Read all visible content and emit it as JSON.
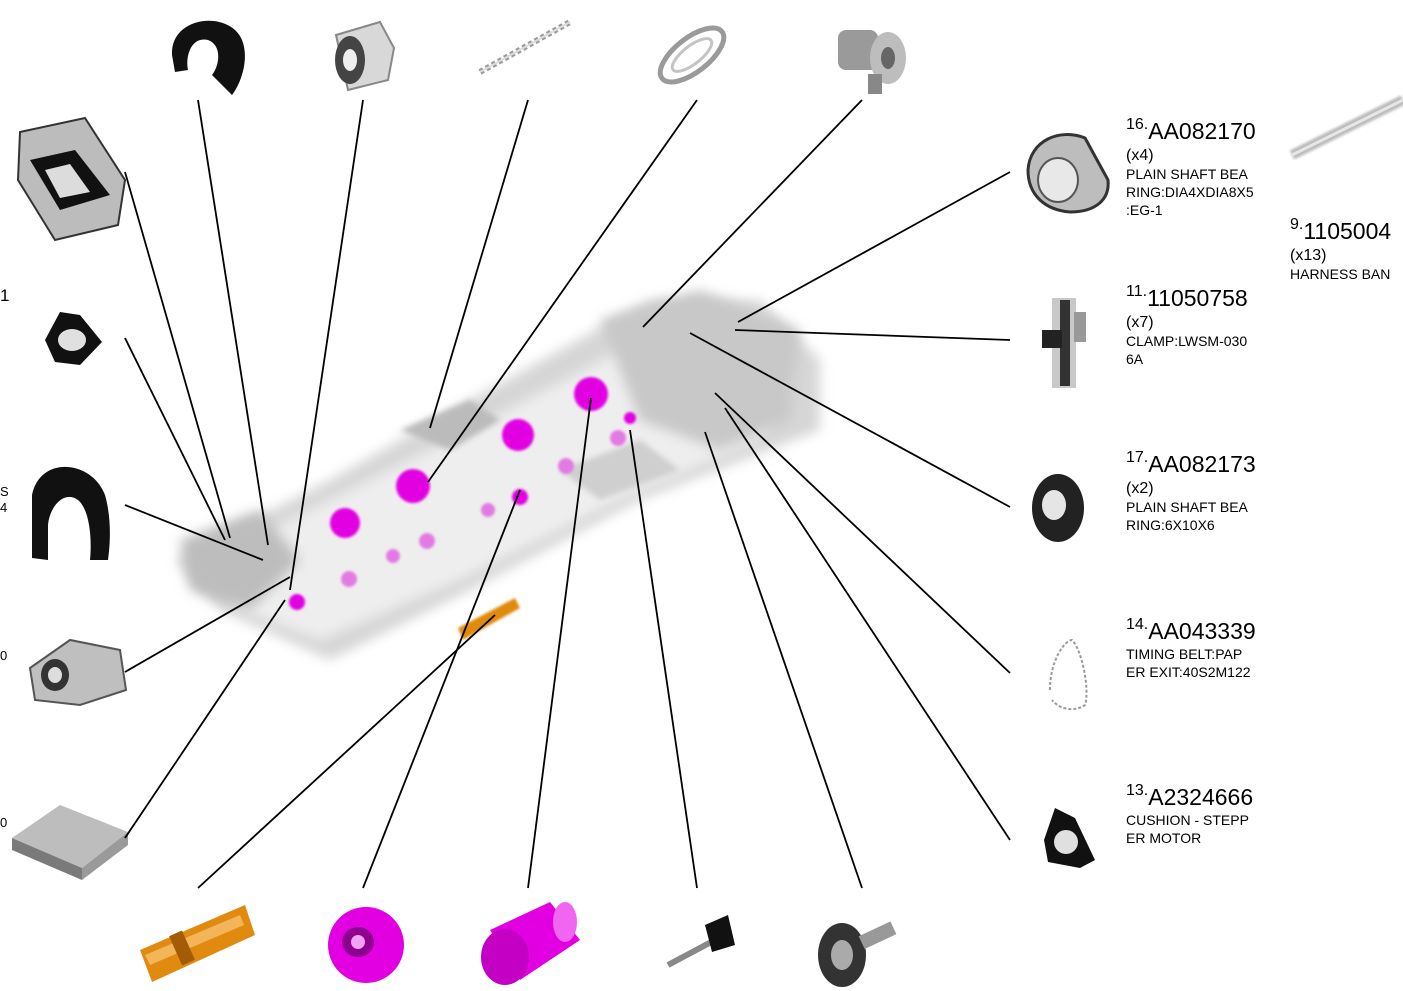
{
  "diagram": {
    "highlight_color": "#e200e2",
    "accent_color": "#e08a10",
    "callouts": [
      {
        "id": "c16",
        "num": "16.",
        "code": "AA082170",
        "qty": "(x4)",
        "desc1": "PLAIN SHAFT BEA",
        "desc2": "RING:DIA4XDIA8X5",
        "desc3": ":EG-1"
      },
      {
        "id": "c11",
        "num": "11.",
        "code": "11050758",
        "qty": "(x7)",
        "desc1": "CLAMP:LWSM-030",
        "desc2": "6A",
        "desc3": ""
      },
      {
        "id": "c17",
        "num": "17.",
        "code": "AA082173",
        "qty": "(x2)",
        "desc1": "PLAIN SHAFT BEA",
        "desc2": "RING:6X10X6",
        "desc3": ""
      },
      {
        "id": "c14",
        "num": "14.",
        "code": "AA043339",
        "qty": "",
        "desc1": "TIMING BELT:PAP",
        "desc2": "ER EXIT:40S2M122",
        "desc3": ""
      },
      {
        "id": "c13",
        "num": "13.",
        "code": "A2324666",
        "qty": "",
        "desc1": "CUSHION - STEPP",
        "desc2": "ER MOTOR",
        "desc3": ""
      },
      {
        "id": "c9",
        "num": "9.",
        "code": "1105004",
        "qty": "(x13)",
        "desc1": "HARNESS BAN",
        "desc2": "",
        "desc3": ""
      }
    ],
    "edge_fragments": {
      "a": "1",
      "b": "S",
      "c": "4",
      "d": "0",
      "e": "0"
    }
  }
}
